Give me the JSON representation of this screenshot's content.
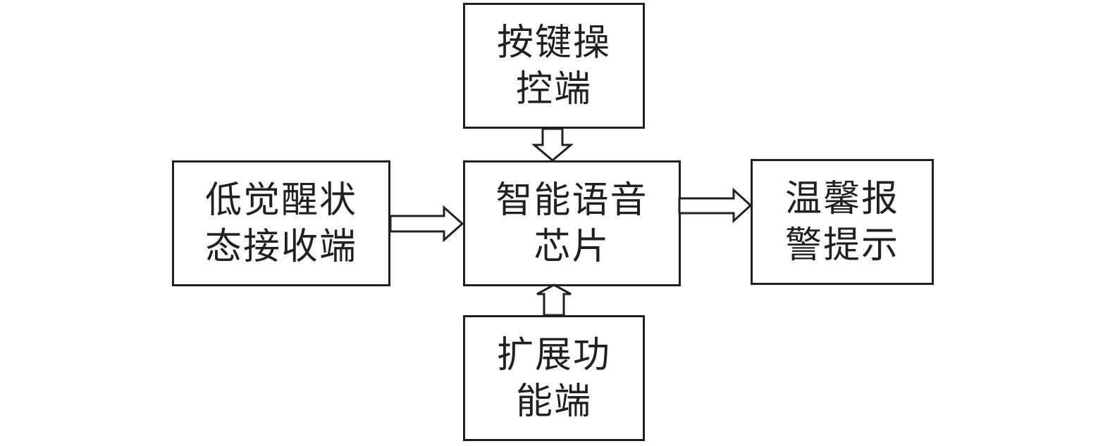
{
  "colors": {
    "stroke": "#231f20",
    "background": "#ffffff"
  },
  "nodes": {
    "keyboard_control": {
      "line1": "按键操",
      "line2": "控端"
    },
    "receiver": {
      "line1": "低觉醒状",
      "line2": "态接收端"
    },
    "voice_chip": {
      "line1": "智能语音",
      "line2": "芯片"
    },
    "alarm": {
      "line1": "温馨报",
      "line2": "警提示"
    },
    "expansion": {
      "line1": "扩展功",
      "line2": "能端"
    }
  },
  "edges": [
    {
      "from": "keyboard_control",
      "to": "voice_chip"
    },
    {
      "from": "receiver",
      "to": "voice_chip"
    },
    {
      "from": "voice_chip",
      "to": "alarm"
    },
    {
      "from": "expansion",
      "to": "voice_chip"
    }
  ]
}
